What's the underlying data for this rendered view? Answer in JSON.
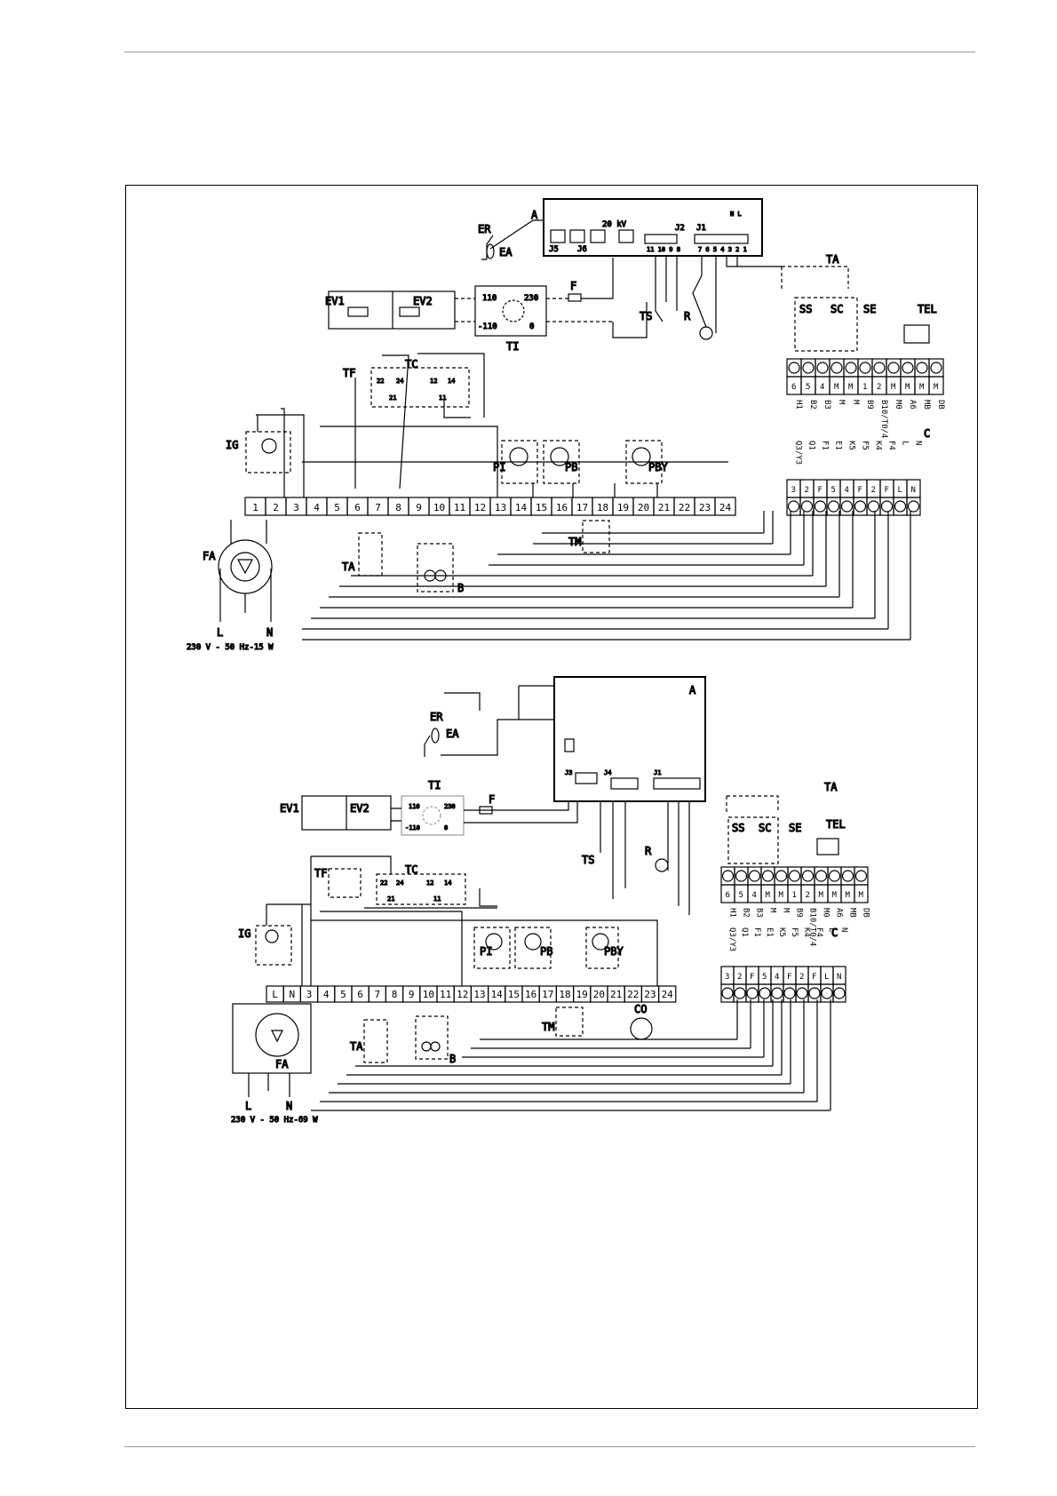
{
  "diagram1": {
    "terminals": [
      "1",
      "2",
      "3",
      "4",
      "5",
      "6",
      "7",
      "8",
      "9",
      "10",
      "11",
      "12",
      "13",
      "14",
      "15",
      "16",
      "17",
      "18",
      "19",
      "20",
      "21",
      "22",
      "23",
      "24"
    ],
    "labels": {
      "A": "A",
      "ER": "ER",
      "EA": "EA",
      "J5": "J5",
      "J6": "J6",
      "kv": "20 kV",
      "J2": "J2",
      "J2pins": "11 10 9 8",
      "J1": "J1",
      "J1pins": "7 6 5 4 3 2 1",
      "NL": "N L",
      "EV1": "EV1",
      "EV2": "EV2",
      "TI": "TI",
      "ti110": "110",
      "ti230": "230",
      "tim110": "-110",
      "ti0": "0",
      "F": "F",
      "TS": "TS",
      "R": "R",
      "TF": "TF",
      "TC": "TC",
      "tc22": "22",
      "tc24": "24",
      "tc12": "12",
      "tc14": "14",
      "tc21": "21",
      "tc11": "11",
      "IG": "IG",
      "PI": "PI",
      "PB": "PB",
      "PBY": "PBY",
      "FA": "FA",
      "TA": "TA",
      "TM": "TM",
      "B": "B",
      "L": "L",
      "N": "N",
      "supply": "230 V - 50 Hz-15 W",
      "TA2": "TA",
      "SS": "SS",
      "SC": "SC",
      "SE": "SE",
      "TEL": "TEL",
      "C": "C"
    },
    "upper_block_top": [
      "6",
      "5",
      "4",
      "M",
      "M",
      "1",
      "2",
      "M",
      "M",
      "M",
      "M"
    ],
    "upper_block_bottom": [
      "H1",
      "B2",
      "B3",
      "M",
      "M",
      "B9",
      "B10/T0/4",
      "M0",
      "A6",
      "MB",
      "DB"
    ],
    "lower_block_top": [
      "3",
      "2",
      "F",
      "5",
      "4",
      "F",
      "2",
      "F",
      "L",
      "N"
    ],
    "lower_block_bottom": [
      "Q3/Y3",
      "Q1",
      "F1",
      "E1",
      "K5",
      "F5",
      "K4",
      "F4",
      "L",
      "N"
    ]
  },
  "diagram2": {
    "terminals": [
      "L",
      "N",
      "3",
      "4",
      "5",
      "6",
      "7",
      "8",
      "9",
      "10",
      "11",
      "12",
      "13",
      "14",
      "15",
      "16",
      "17",
      "18",
      "19",
      "20",
      "21",
      "22",
      "23",
      "24"
    ],
    "labels": {
      "A": "A",
      "ER": "ER",
      "EA": "EA",
      "EV1": "EV1",
      "EV2": "EV2",
      "TI": "TI",
      "ti110": "110",
      "ti230": "230",
      "tim110": "-110",
      "ti0": "0",
      "F": "F",
      "J3": "J3",
      "J4": "J4",
      "J1": "J1",
      "TS": "TS",
      "R": "R",
      "TF": "TF",
      "TC": "TC",
      "tc22": "22",
      "tc24": "24",
      "tc12": "12",
      "tc14": "14",
      "tc21": "21",
      "tc11": "11",
      "IG": "IG",
      "PI": "PI",
      "PB": "PB",
      "PBY": "PBY",
      "CO": "CO",
      "FA": "FA",
      "TA": "TA",
      "TM": "TM",
      "B": "B",
      "L": "L",
      "N": "N",
      "supply": "230 V - 50 Hz-69 W",
      "TA2": "TA",
      "SS": "SS",
      "SC": "SC",
      "SE": "SE",
      "TEL": "TEL",
      "C": "C"
    },
    "upper_block_top": [
      "6",
      "5",
      "4",
      "M",
      "M",
      "1",
      "2",
      "M",
      "M",
      "M",
      "M"
    ],
    "upper_block_bottom": [
      "H1",
      "B2",
      "B3",
      "M",
      "M",
      "B9",
      "B10/T0/4",
      "M0",
      "A6",
      "MB",
      "DB"
    ],
    "lower_block_top": [
      "3",
      "2",
      "F",
      "5",
      "4",
      "F",
      "2",
      "F",
      "L",
      "N"
    ],
    "lower_block_bottom": [
      "Q3/Y3",
      "Q1",
      "F1",
      "E1",
      "K5",
      "F5",
      "K4",
      "F4",
      "L",
      "N"
    ]
  }
}
